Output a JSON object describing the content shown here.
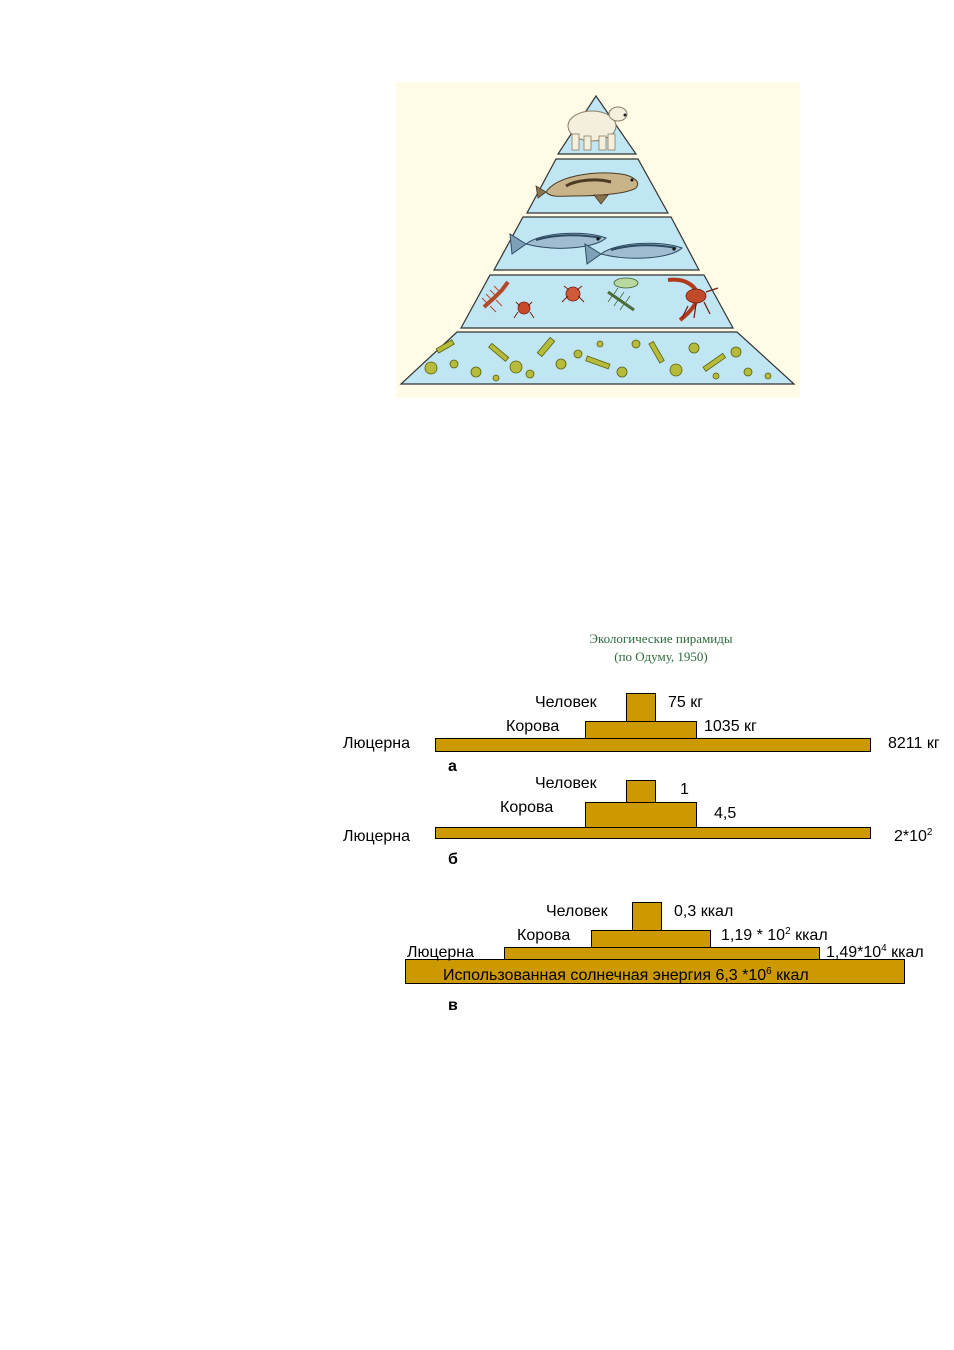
{
  "colors": {
    "bar_fill": "#cc9900",
    "pyramid_water": "#bfe6f2",
    "pyramid_background": "#fffbe6",
    "title_color": "#2e6b3a"
  },
  "food_pyramid": {
    "levels": [
      {
        "icon": "polar-bear-icon"
      },
      {
        "icon": "seal-icon"
      },
      {
        "icon": "fish-icon"
      },
      {
        "icon": "zooplankton-icon"
      },
      {
        "icon": "phytoplankton-icon"
      }
    ]
  },
  "title": {
    "line1": "Экологические пирамиды",
    "line2": "(по Одуму, 1950)"
  },
  "pyramid_a": {
    "letter": "а",
    "top_name": "Человек",
    "top_value": "75 кг",
    "mid_name": "Корова",
    "mid_value": "1035 кг",
    "base_name": "Люцерна",
    "base_value": "8211 кг"
  },
  "pyramid_b": {
    "letter": "б",
    "top_name": "Человек",
    "top_value": "1",
    "mid_name": "Корова",
    "mid_value": "4,5",
    "base_name": "Люцерна",
    "base_value_main": "2*10",
    "base_value_exp": "2"
  },
  "pyramid_v": {
    "letter": "в",
    "top_name": "Человек",
    "top_value": "0,3 ккал",
    "mid_name": "Корова",
    "mid_value_main": "1,19 * 10",
    "mid_value_exp": "2",
    "mid_value_unit": " ккал",
    "base_name": "Люцерна",
    "base_value_main": "1,49*10",
    "base_value_exp": "4",
    "base_value_unit": " ккал",
    "solar_main": "Использованная солнечная энергия 6,3 *10",
    "solar_exp": "6",
    "solar_unit": " ккал"
  }
}
